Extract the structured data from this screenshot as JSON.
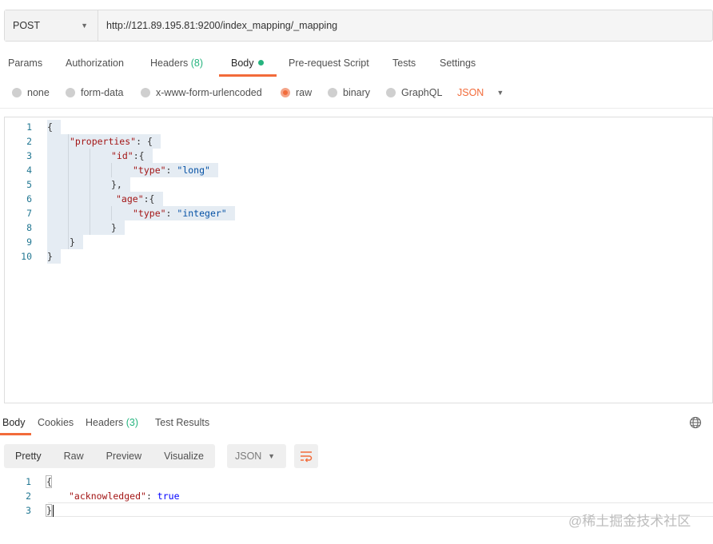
{
  "request": {
    "method": "POST",
    "url": "http://121.89.195.81:9200/index_mapping/_mapping",
    "tabs": [
      {
        "label": "Params"
      },
      {
        "label": "Authorization"
      },
      {
        "label": "Headers",
        "count": "(8)"
      },
      {
        "label": "Body"
      },
      {
        "label": "Pre-request Script"
      },
      {
        "label": "Tests"
      },
      {
        "label": "Settings"
      }
    ],
    "active_tab": "Body",
    "body_types": [
      "none",
      "form-data",
      "x-www-form-urlencoded",
      "raw",
      "binary",
      "GraphQL"
    ],
    "selected_body_type": "raw",
    "language": "JSON",
    "line_numbers": [
      "1",
      "2",
      "3",
      "4",
      "5",
      "6",
      "7",
      "8",
      "9",
      "10"
    ],
    "code_lines": [
      [
        {
          "t": "{",
          "c": "p"
        }
      ],
      [
        {
          "t": "\"properties\"",
          "c": "k"
        },
        {
          "t": ": {",
          "c": "p"
        }
      ],
      [
        {
          "t": "\"id\"",
          "c": "k"
        },
        {
          "t": ":{",
          "c": "p"
        }
      ],
      [
        {
          "t": "\"type\"",
          "c": "k"
        },
        {
          "t": ": ",
          "c": "p"
        },
        {
          "t": "\"long\"",
          "c": "s"
        }
      ],
      [
        {
          "t": "},",
          "c": "p"
        }
      ],
      [
        {
          "t": "\"age\"",
          "c": "k"
        },
        {
          "t": ":{",
          "c": "p"
        }
      ],
      [
        {
          "t": "\"type\"",
          "c": "k"
        },
        {
          "t": ": ",
          "c": "p"
        },
        {
          "t": "\"integer\"",
          "c": "s"
        }
      ],
      [
        {
          "t": "}",
          "c": "p"
        }
      ],
      [
        {
          "t": "}",
          "c": "p"
        }
      ],
      [
        {
          "t": "}",
          "c": "p"
        }
      ]
    ]
  },
  "response": {
    "tabs": [
      {
        "label": "Body"
      },
      {
        "label": "Cookies"
      },
      {
        "label": "Headers",
        "count": "(3)"
      },
      {
        "label": "Test Results"
      }
    ],
    "active_tab": "Body",
    "view_modes": [
      "Pretty",
      "Raw",
      "Preview",
      "Visualize"
    ],
    "selected_view": "Pretty",
    "format": "JSON",
    "line_numbers": [
      "1",
      "2",
      "3"
    ],
    "code_lines": [
      [
        {
          "t": "{",
          "c": "p"
        }
      ],
      [
        {
          "t": "\"acknowledged\"",
          "c": "k"
        },
        {
          "t": ": ",
          "c": "p"
        },
        {
          "t": "true",
          "c": "b"
        }
      ],
      [
        {
          "t": "}",
          "c": "p"
        }
      ]
    ]
  },
  "icons": {
    "method_dropdown": "caret-down-icon",
    "language_dropdown": "caret-down-icon",
    "format_dropdown": "caret-down-icon",
    "wrap": "wrap-lines-icon",
    "globe": "globe-icon"
  },
  "colors": {
    "accent": "#f26b3a",
    "count_green": "#26b47f",
    "json_key": "#a31515",
    "json_string": "#0451a5",
    "json_bool": "#0000ff"
  },
  "watermark": "@稀土掘金技术社区"
}
